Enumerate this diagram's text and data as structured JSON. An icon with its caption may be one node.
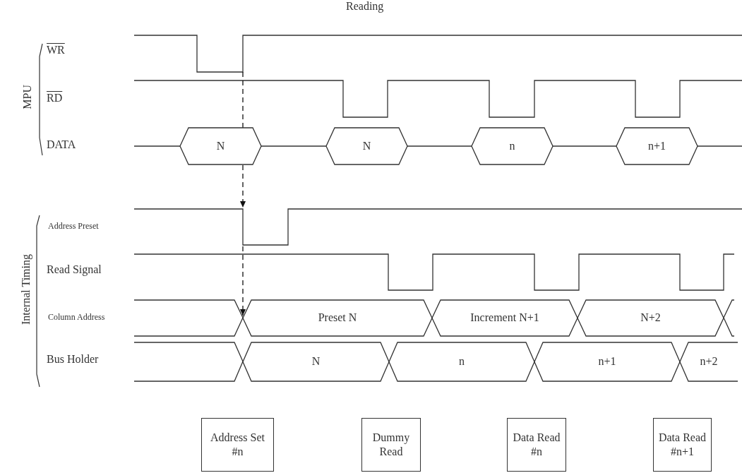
{
  "diagram": {
    "nodes": [
      {
        "text": [
          "N"
        ]
      },
      {
        "text": [
          "N"
        ]
      },
      {
        "text": [
          "n"
        ]
      },
      {
        "text": [
          "n+1"
        ]
      },
      {
        "text": [
          "Preset N"
        ]
      },
      {
        "text": [
          "Increment N+1"
        ]
      },
      {
        "text": [
          "N+2"
        ]
      },
      {
        "text": [
          "N"
        ]
      },
      {
        "text": [
          "n"
        ]
      },
      {
        "text": [
          "n+1"
        ]
      },
      {
        "text": [
          "n+2"
        ]
      },
      {
        "text": [
          "Address Set #n"
        ]
      },
      {
        "text": [
          "Dummy Read"
        ]
      },
      {
        "text": [
          "Data Read #n"
        ]
      },
      {
        "text": [
          "Data Read #n+1"
        ]
      }
    ],
    "edges": [
      {
        "from": null,
        "to": 4,
        "arrow": "to",
        "style": "dashed"
      }
    ],
    "labels": [
      "Reading",
      "WR",
      "MPU",
      "RD",
      "DATA",
      "Address Preset",
      "Internal Timing",
      "Read Signal",
      "Column Address",
      "Bus Holder"
    ]
  }
}
